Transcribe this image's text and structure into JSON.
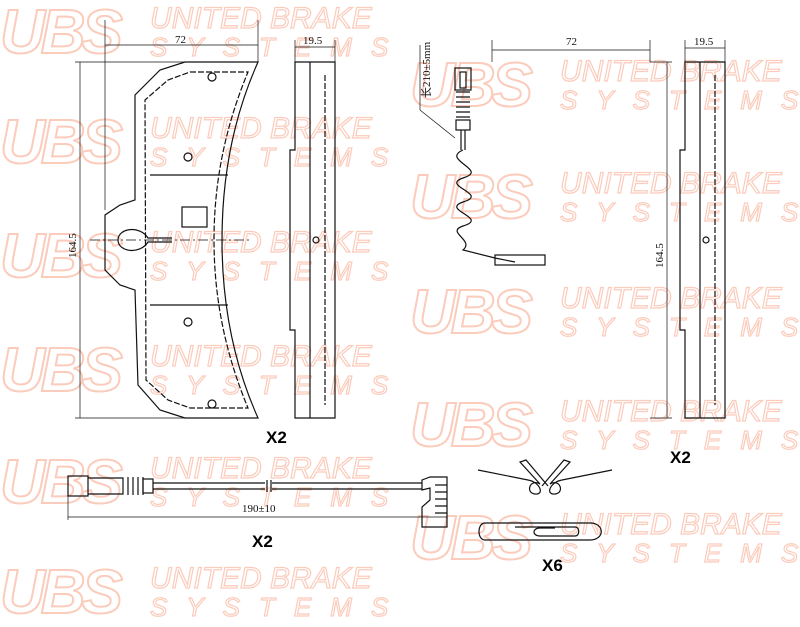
{
  "watermark": {
    "logo": "UBS",
    "line1": "UNITED BRAKE",
    "line2": "SYSTEMS"
  },
  "left_pad": {
    "width_dim": "72",
    "thickness_dim": "19.5",
    "height_dim": "164.5",
    "quantity": "X2"
  },
  "right_pad": {
    "width_dim": "72",
    "thickness_dim": "19.5",
    "height_dim": "164.5",
    "quantity": "X2",
    "sensor_length_label": "长210±5mm"
  },
  "sensor": {
    "length_dim": "190±10",
    "quantity": "X2"
  },
  "springs": {
    "quantity": "X6"
  },
  "colors": {
    "line": "#111111",
    "watermark": "#fbcbbb"
  }
}
